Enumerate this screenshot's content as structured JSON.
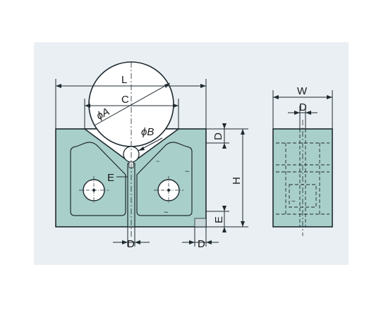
{
  "colors": {
    "background": "#ffffff",
    "panel": "#e9eff3",
    "block_fill": "#a9cfca",
    "line": "#1e2a30",
    "pad": "#c7d6d8"
  },
  "labels": {
    "L": "L",
    "C": "C",
    "phiA": "ϕA",
    "phiB": "ϕB",
    "D_top": "D",
    "H": "H",
    "E_left": "E",
    "E_right": "E",
    "D_bottom_left": "D",
    "D_bottom_right": "D",
    "W": "W",
    "D_side": "D"
  },
  "icons": {
    "clamp_mark": "tilde-glyph"
  }
}
